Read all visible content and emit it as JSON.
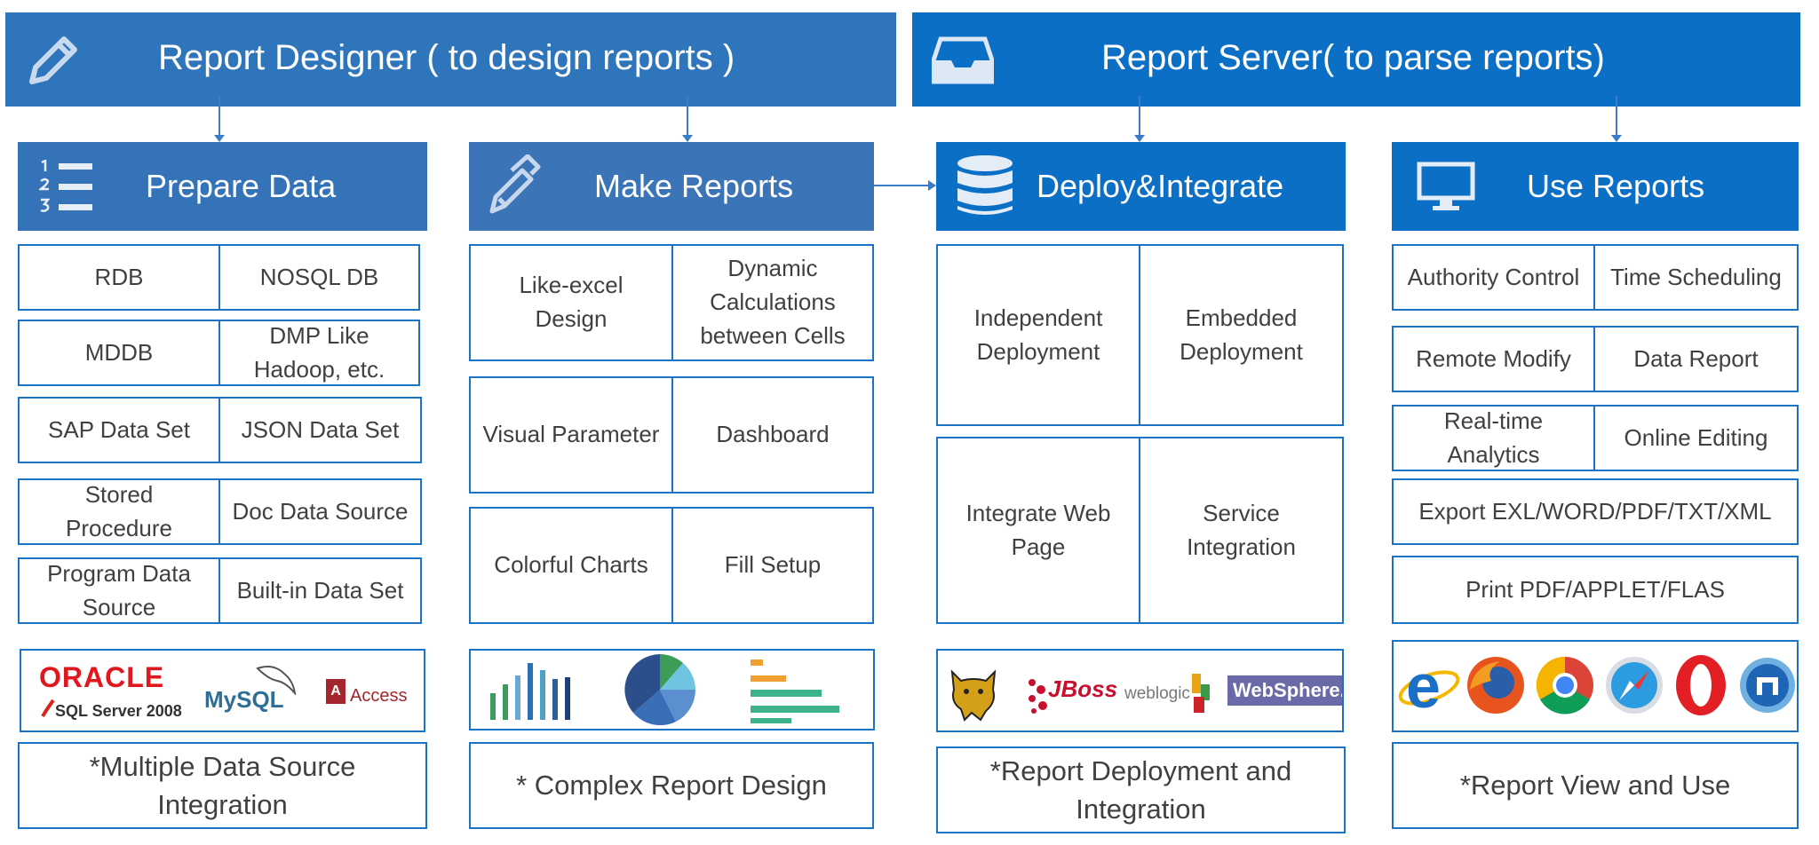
{
  "colors": {
    "designer_banner": "#2f75bb",
    "server_banner": "#0b6fc6",
    "prepare_header": "#3573b9",
    "make_header": "#3c74b8",
    "deploy_header": "#0b6fc6",
    "use_header": "#0b6fc6",
    "cell_border": "#1a73c4"
  },
  "banners": {
    "designer": {
      "title": "Report Designer ( to design reports )",
      "icon": "pencil-icon"
    },
    "server": {
      "title": "Report Server( to parse reports)",
      "icon": "inbox-tray-icon"
    }
  },
  "columns": {
    "prepare": {
      "title": "Prepare Data",
      "icon": "numbered-list-icon",
      "rows": [
        [
          "RDB",
          "NOSQL DB"
        ],
        [
          "MDDB",
          "DMP Like Hadoop, etc."
        ],
        [
          "SAP Data Set",
          "JSON Data Set"
        ],
        [
          "Stored Procedure",
          "Doc Data Source"
        ],
        [
          "Program Data Source",
          "Built-in Data Set"
        ]
      ],
      "logos": [
        "ORACLE",
        "SQL Server 2008",
        "MySQL",
        "Access"
      ],
      "caption": "*Multiple Data Source Integration"
    },
    "make": {
      "title": "Make Reports",
      "icon": "pencils-icon",
      "rows": [
        [
          "Like-excel Design",
          "Dynamic Calculations between Cells"
        ],
        [
          "Visual Parameter",
          "Dashboard"
        ],
        [
          "Colorful Charts",
          "Fill Setup"
        ]
      ],
      "caption": "* Complex Report Design"
    },
    "deploy": {
      "title": "Deploy&Integrate",
      "icon": "database-icon",
      "rows": [
        [
          "Independent Deployment",
          "Embedded Deployment"
        ],
        [
          "Integrate Web Page",
          "Service Integration"
        ]
      ],
      "logos": [
        "JBoss",
        "weblogic",
        "WebSphere."
      ],
      "caption": "*Report Deployment and Integration"
    },
    "use": {
      "title": "Use Reports",
      "icon": "monitor-icon",
      "pairs": [
        [
          "Authority Control",
          "Time Scheduling"
        ],
        [
          "Remote Modify",
          "Data Report"
        ],
        [
          "Real-time Analytics",
          "Online Editing"
        ]
      ],
      "singles": [
        "Export EXL/WORD/PDF/TXT/XML",
        "Print PDF/APPLET/FLAS"
      ],
      "browsers": [
        "ie-browser-icon",
        "firefox-browser-icon",
        "chrome-browser-icon",
        "safari-browser-icon",
        "opera-browser-icon",
        "maxthon-browser-icon"
      ],
      "caption": "*Report View and Use"
    }
  }
}
